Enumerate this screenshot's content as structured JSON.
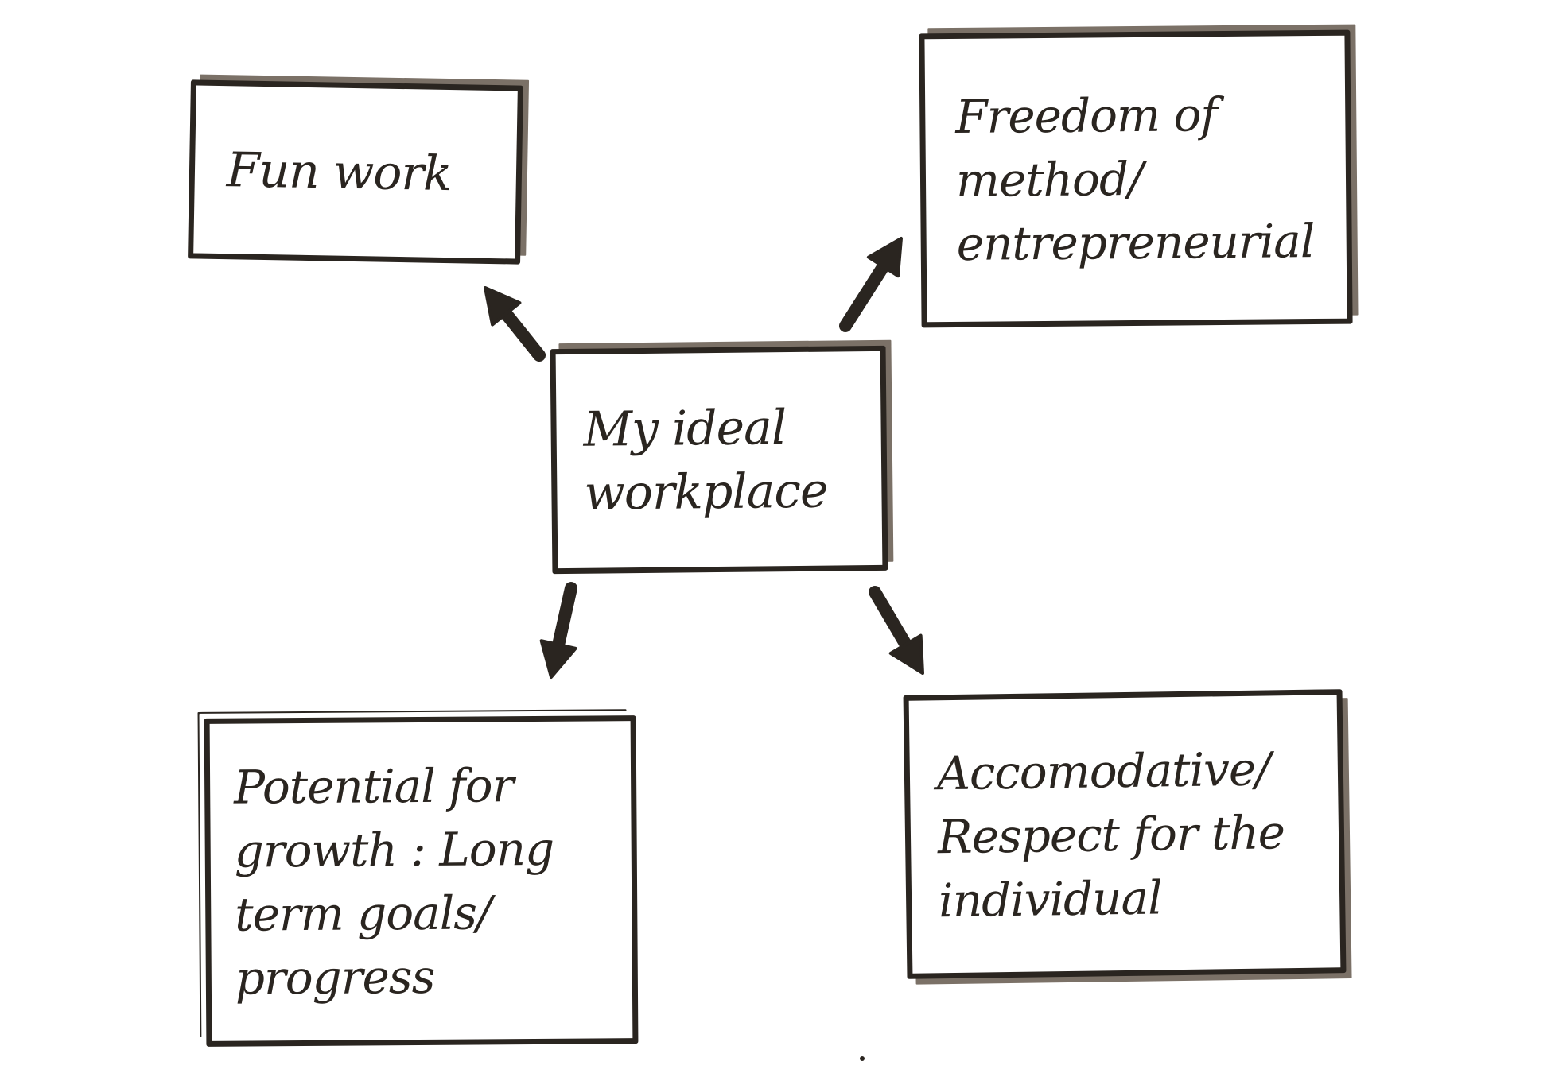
{
  "diagram": {
    "type": "hand-drawn mind map",
    "colors": {
      "ink": "#2a2520",
      "shadow": "#7b7167",
      "background": "#ffffff"
    },
    "center": {
      "id": "center",
      "label": "My ideal\nworkplace"
    },
    "branches": [
      {
        "id": "fun-work",
        "label": "Fun work"
      },
      {
        "id": "freedom",
        "label": "Freedom of\nmethod/\nentrepreneurial"
      },
      {
        "id": "growth",
        "label": "Potential for\ngrowth : Long\nterm goals/\nprogress"
      },
      {
        "id": "accommodative",
        "label": "Accomodative/\nRespect for the\nindividual"
      }
    ],
    "edges": [
      {
        "from": "center",
        "to": "fun-work"
      },
      {
        "from": "center",
        "to": "freedom"
      },
      {
        "from": "center",
        "to": "growth"
      },
      {
        "from": "center",
        "to": "accommodative"
      }
    ]
  }
}
